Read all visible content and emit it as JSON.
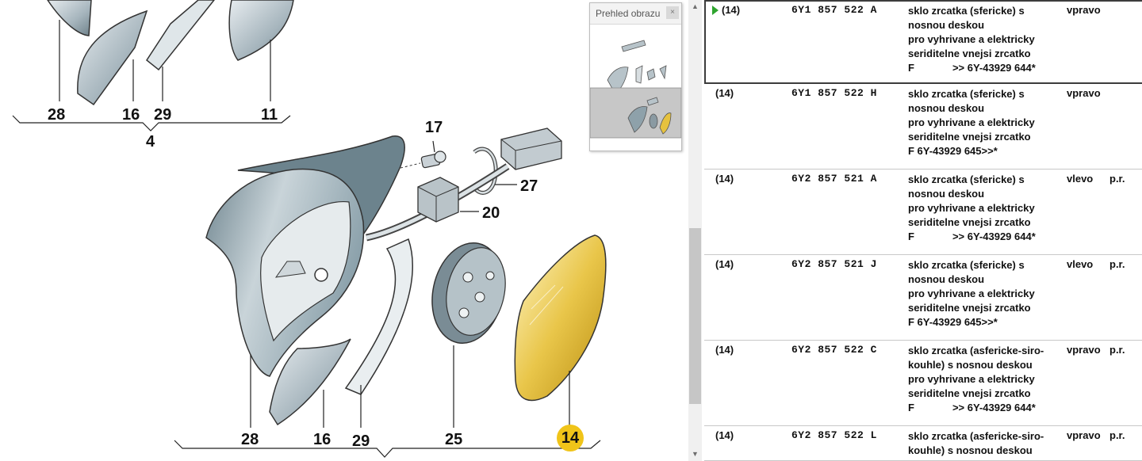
{
  "diagram": {
    "callouts": {
      "c28_top": "28",
      "c16_top": "16",
      "c29_top": "29",
      "c11_top": "11",
      "c4": "4",
      "c17": "17",
      "c27": "27",
      "c20": "20",
      "c28_bot": "28",
      "c16_bot": "16",
      "c29_bot": "29",
      "c25": "25",
      "c14": "14"
    },
    "highlight_color": "#f0c419",
    "overview": {
      "title": "Prehled obrazu",
      "close_label": "×"
    }
  },
  "parts": [
    {
      "pos": "(14)",
      "part_no": "6Y1  857  522  A",
      "desc": [
        "sklo zrcatka (sfericke) s",
        "nosnou deskou",
        "pro vyhrivane a elektricky",
        "seriditelne vnejsi zrcatko"
      ],
      "tail_a": "F",
      "tail_b": ">> 6Y-43929 644*",
      "side": "vpravo",
      "note": "",
      "selected": true
    },
    {
      "pos": "(14)",
      "part_no": "6Y1  857  522  H",
      "desc": [
        "sklo zrcatka (sfericke) s",
        "nosnou deskou",
        "pro vyhrivane a elektricky",
        "seriditelne vnejsi zrcatko"
      ],
      "tail_a": "F 6Y-43929 645>>*",
      "tail_b": "",
      "side": "vpravo",
      "note": ""
    },
    {
      "pos": "(14)",
      "part_no": "6Y2  857  521  A",
      "desc": [
        "sklo zrcatka (sfericke) s",
        "nosnou deskou",
        "pro vyhrivane a elektricky",
        "seriditelne vnejsi zrcatko"
      ],
      "tail_a": "F",
      "tail_b": ">> 6Y-43929 644*",
      "side": "vlevo",
      "note": "p.r."
    },
    {
      "pos": "(14)",
      "part_no": "6Y2  857  521  J",
      "desc": [
        "sklo zrcatka (sfericke) s",
        "nosnou deskou",
        "pro vyhrivane a elektricky",
        "seriditelne vnejsi zrcatko"
      ],
      "tail_a": "F 6Y-43929 645>>*",
      "tail_b": "",
      "side": "vlevo",
      "note": "p.r."
    },
    {
      "pos": "(14)",
      "part_no": "6Y2  857  522  C",
      "desc": [
        "sklo zrcatka (asfericke-siro-",
        "kouhle) s nosnou deskou",
        "pro vyhrivane a elektricky",
        "seriditelne vnejsi zrcatko"
      ],
      "tail_a": "F",
      "tail_b": ">> 6Y-43929 644*",
      "side": "vpravo",
      "note": "p.r."
    },
    {
      "pos": "(14)",
      "part_no": "6Y2  857  522  L",
      "desc": [
        "sklo zrcatka (asfericke-siro-",
        "kouhle) s nosnou deskou"
      ],
      "tail_a": "",
      "tail_b": "",
      "side": "vpravo",
      "note": "p.r."
    }
  ],
  "colors": {
    "selection_marker": "#2ea42e",
    "row_divider": "#c8c8c8"
  }
}
